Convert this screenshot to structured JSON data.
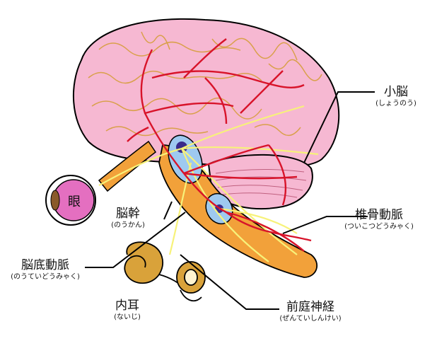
{
  "labels": {
    "cerebellum": {
      "main": "小脳",
      "sub": "(しょうのう)"
    },
    "brainstem": {
      "main": "脳幹",
      "sub": "(のうかん)"
    },
    "vertebral_artery": {
      "main": "椎骨動脈",
      "sub": "(ついこつどうみゃく)"
    },
    "basilar_artery": {
      "main": "脳底動脈",
      "sub": "(のうていどうみゃく)"
    },
    "inner_ear": {
      "main": "内耳",
      "sub": "(ないじ)"
    },
    "vestibular_nerve": {
      "main": "前庭神経",
      "sub": "(ぜんていしんけい)"
    },
    "eye": {
      "main": "眼"
    }
  },
  "colors": {
    "brain_fill": "#f6b8d2",
    "brain_stroke": "#000000",
    "gyri": "#d9a04a",
    "artery": "#d8132a",
    "nerve": "#f7f27a",
    "brainstem": "#f2a13a",
    "ventricle": "#9ec9f0",
    "eye_fill": "#e46fc0",
    "inner_ear": "#d9a23a"
  }
}
